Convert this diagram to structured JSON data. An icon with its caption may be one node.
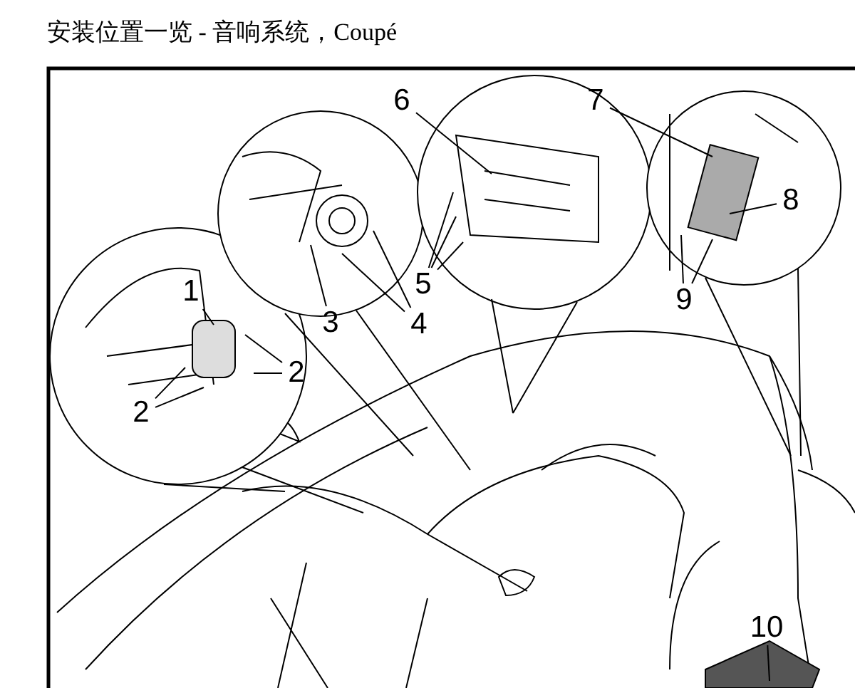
{
  "diagram": {
    "title": "安装位置一览 - 音响系统，Coupé",
    "nodes": [
      {
        "text": [
          "1"
        ]
      },
      {
        "text": [
          "2"
        ]
      },
      {
        "text": [
          "2"
        ]
      },
      {
        "text": [
          "3"
        ]
      },
      {
        "text": [
          "4"
        ]
      },
      {
        "text": [
          "5"
        ]
      },
      {
        "text": [
          "6"
        ]
      },
      {
        "text": [
          "7"
        ]
      },
      {
        "text": [
          "8"
        ]
      },
      {
        "text": [
          "9"
        ]
      },
      {
        "text": [
          "10"
        ]
      }
    ],
    "edges": [
      {
        "from": 0,
        "to": null,
        "arrow": "none"
      },
      {
        "from": 1,
        "to": null,
        "arrow": "none"
      },
      {
        "from": 1,
        "to": null,
        "arrow": "none"
      },
      {
        "from": 2,
        "to": null,
        "arrow": "none"
      },
      {
        "from": 2,
        "to": null,
        "arrow": "none"
      },
      {
        "from": 3,
        "to": null,
        "arrow": "none"
      },
      {
        "from": 4,
        "to": null,
        "arrow": "none"
      },
      {
        "from": 4,
        "to": null,
        "arrow": "none"
      },
      {
        "from": 5,
        "to": null,
        "arrow": "none"
      },
      {
        "from": 5,
        "to": null,
        "arrow": "none"
      },
      {
        "from": 5,
        "to": null,
        "arrow": "none"
      },
      {
        "from": 6,
        "to": null,
        "arrow": "none"
      },
      {
        "from": 7,
        "to": null,
        "arrow": "none"
      },
      {
        "from": 8,
        "to": null,
        "arrow": "none"
      },
      {
        "from": 9,
        "to": null,
        "arrow": "none"
      },
      {
        "from": 9,
        "to": null,
        "arrow": "none"
      },
      {
        "from": 10,
        "to": null,
        "arrow": "none"
      }
    ]
  }
}
